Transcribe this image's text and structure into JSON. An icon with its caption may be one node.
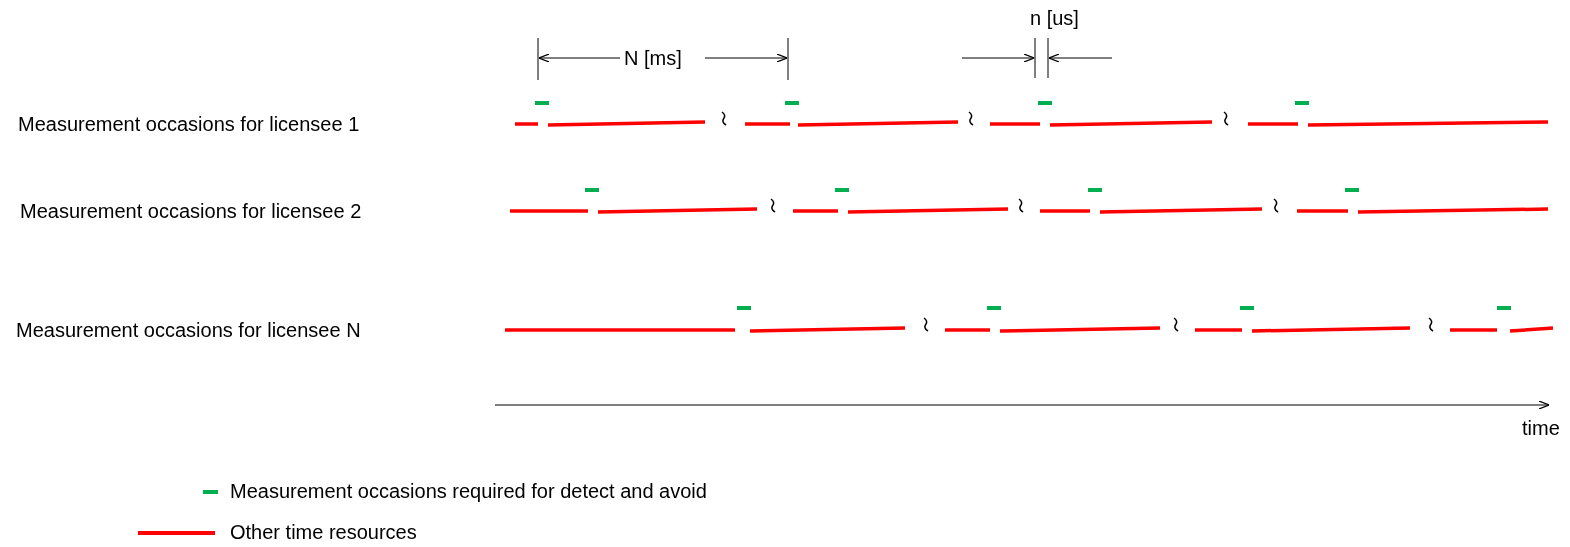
{
  "diagram": {
    "labels": [
      "n [us]",
      "N [ms]",
      "Measurement occasions for licensee 1",
      "Measurement occasions for licensee 2",
      "Measurement occasions for licensee N",
      "time"
    ],
    "legend": [
      {
        "text": "Measurement occasions required for detect and avoid",
        "color": "#00b050"
      },
      {
        "text": "Other time resources",
        "color": "#ff0000"
      }
    ]
  }
}
